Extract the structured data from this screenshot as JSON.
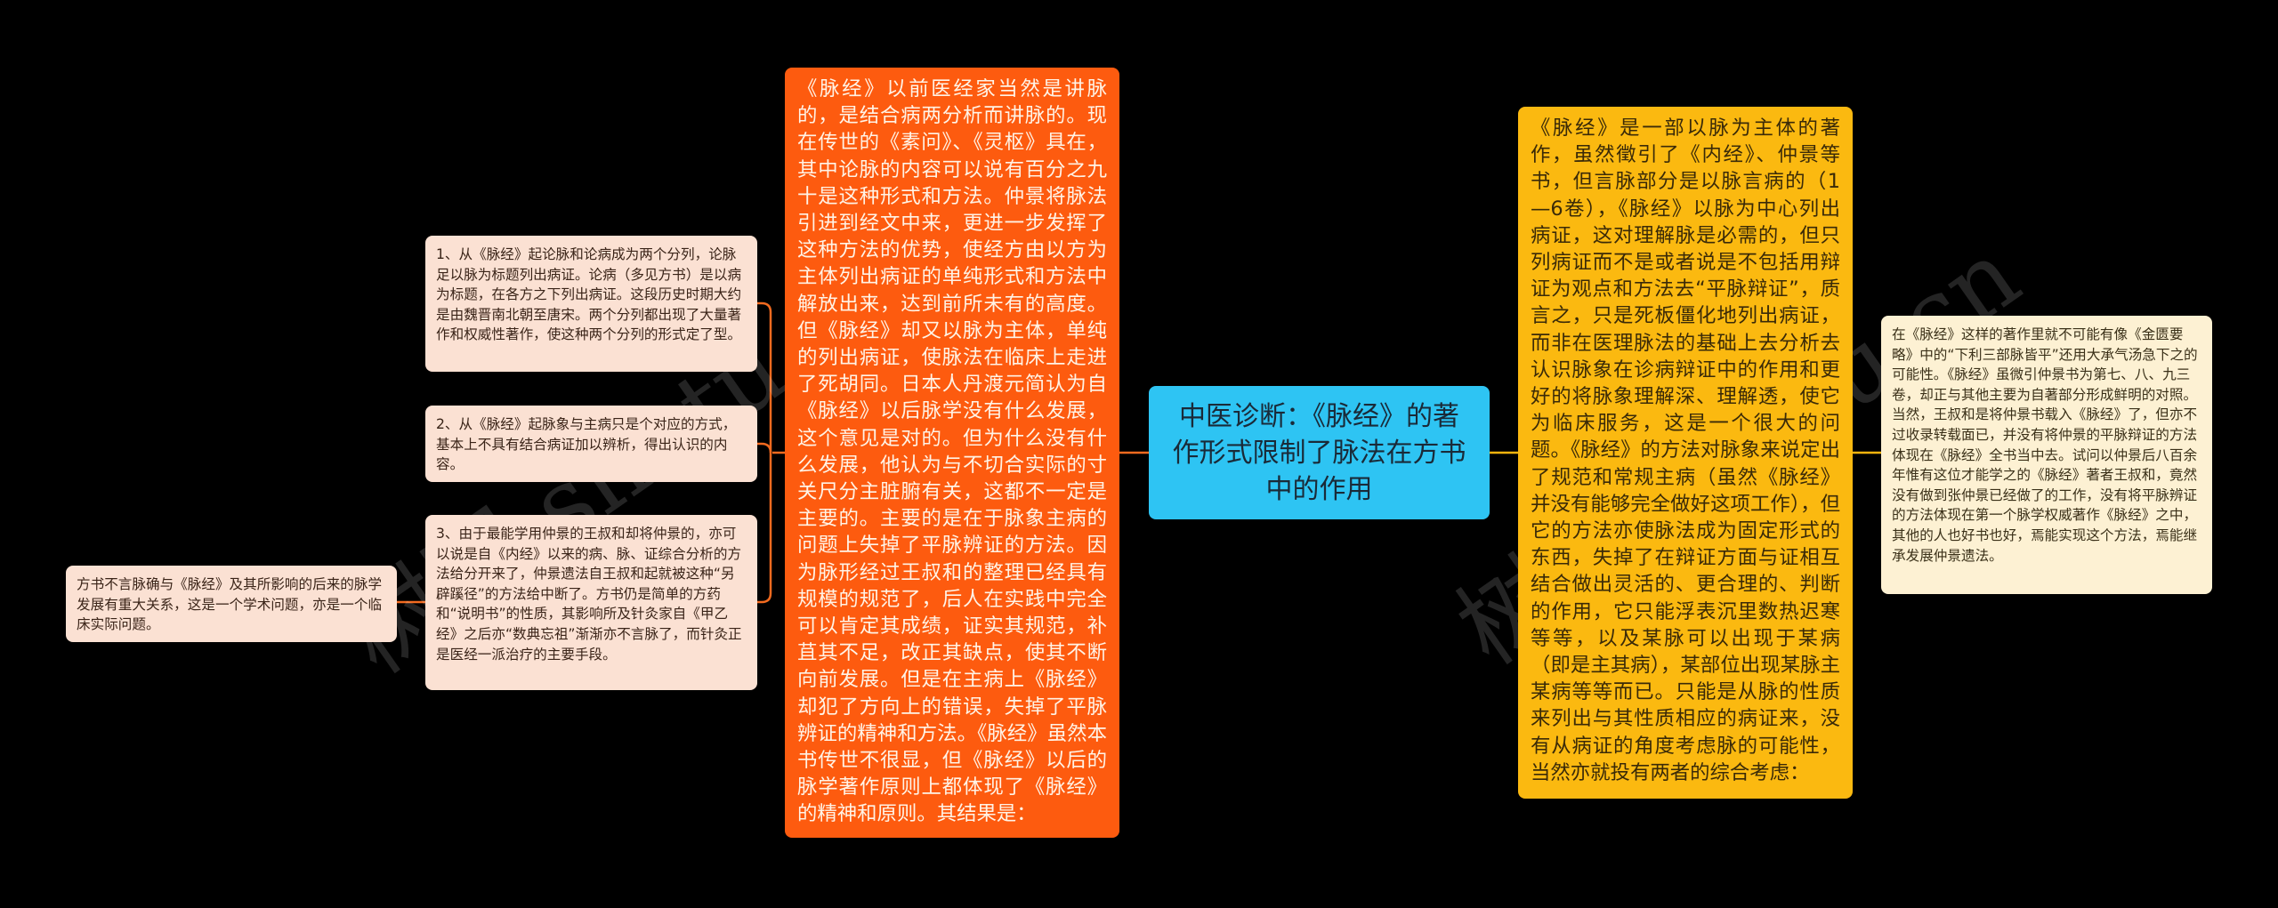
{
  "mindmap": {
    "root": {
      "text": "中医诊断：《脉经》的著作形式限制了脉法在方书中的作用",
      "color": "#2ec4f3"
    },
    "left_branch": {
      "text": "《脉经》以前医经家当然是讲脉的，是结合病两分析而讲脉的。现在传世的《素问》、《灵枢》具在，其中论脉的内容可以说有百分之九十是这种形式和方法。仲景将脉法引进到经文中来，更进一步发挥了这种方法的优势，使经方由以方为主体列出病证的单纯形式和方法中解放出来，达到前所未有的高度。但《脉经》却又以脉为主体，单纯的列出病证，使脉法在临床上走进了死胡同。日本人丹渡元简认为自《脉经》以后脉学没有什么发展，这个意见是对的。但为什么没有什么发展，他认为与不切合实际的寸关尺分主脏腑有关，这都不一定是主要的。主要的是在于脉象主病的问题上失掉了平脉辨证的方法。因为脉形经过王叔和的整理已经具有规模的规范了，后人在实践中完全可以肯定其成绩，证实其规范，补苴其不足，改正其缺点，使其不断向前发展。但是在主病上《脉经》却犯了方向上的错误，失掉了平脉辨证的精神和方法。《脉经》虽然本书传世不很显，但《脉经》以后的脉学著作原则上都体现了《脉经》的精神和原则。其结果是：",
      "color": "#fd5b0f",
      "children": [
        {
          "text": "1、从《脉经》起论脉和论病成为两个分列，论脉足以脉为标题列出病证。论病（多见方书）是以病为标题，在各方之下列出病证。这段历史时期大约是由魏晋南北朝至唐宋。两个分列都出现了大量著作和权威性著作，使这种两个分列的形式定了型。"
        },
        {
          "text": "2、从《脉经》起脉象与主病只是个对应的方式，基本上不具有结合病证加以辨析，得出认识的内容。"
        },
        {
          "text": "3、由于最能学用仲景的王叔和却将仲景的，亦可以说是自《内经》以来的病、脉、证综合分析的方法给分开来了，仲景遗法自王叔和起就被这种“另辟蹊径”的方法给中断了。方书仍是简单的方药和“说明书”的性质，其影响所及针灸家自《甲乙经》之后亦“数典忘祖”渐渐亦不言脉了，而针灸正是医经一派治疗的主要手段。",
          "children": [
            {
              "text": "方书不言脉确与《脉经》及其所影响的后来的脉学发展有重大关系，这是一个学术问题，亦是一个临床实际问题。"
            }
          ]
        }
      ],
      "child_color": "#fbe1d3"
    },
    "right_branch": {
      "text": "《脉经》是一部以脉为主体的著作，虽然徵引了《内经》、仲景等书，但言脉部分是以脉言病的（1—6卷），《脉经》以脉为中心列出病证，这对理解脉是必需的，但只列病证而不是或者说是不包括用辩证为观点和方法去“平脉辩证”，质言之，只是死板僵化地列出病证，而非在医理脉法的基础上去分析去认识脉象在诊病辩证中的作用和更好的将脉象理解深、理解透，使它为临床服务，这是一个很大的问题。《脉经》的方法对脉象来说定出了规范和常规主病（虽然《脉经》并没有能够完全做好这项工作），但它的方法亦使脉法成为固定形式的东西，失掉了在辩证方面与证相互结合做出灵活的、更合理的、判断的作用，它只能浮表沉里数热迟寒等等，以及某脉可以出现于某病（即是主其病），某部位出现某脉主某病等等而已。只能是从脉的性质来列出与其性质相应的病证来，没有从病证的角度考虑脉的可能性，当然亦就投有两者的综合考虑：",
      "color": "#fbb910",
      "children": [
        {
          "text": "在《脉经》这样的著作里就不可能有像《金匮要略》中的“下利三部脉皆平”还用大承气汤急下之的可能性。《脉经》虽微引仲景书为第七、八、九三卷，却正与其他主要为自著部分形成鲜明的对照。当然，王叔和是将仲景书载入《脉经》了，但亦不过收录转载面已，并没有将仲景的平脉辩证的方法体现在《脉经》全书当中去。试问以仲景后八百余年惟有这位才能学之的《脉经》著者王叔和，竟然没有做到张仲景已经做了的工作，没有将平脉辨证的方法体现在第一个脉学权威著作《脉经》之中，其他的人也好书也好，焉能实现这个方法，焉能继承发展仲景遗法。"
        }
      ],
      "child_color": "#fdf1d3"
    },
    "connector_colors": {
      "left": "#f26a1f",
      "right": "#f5b40d"
    },
    "watermark": "树图 shutu.cn"
  }
}
